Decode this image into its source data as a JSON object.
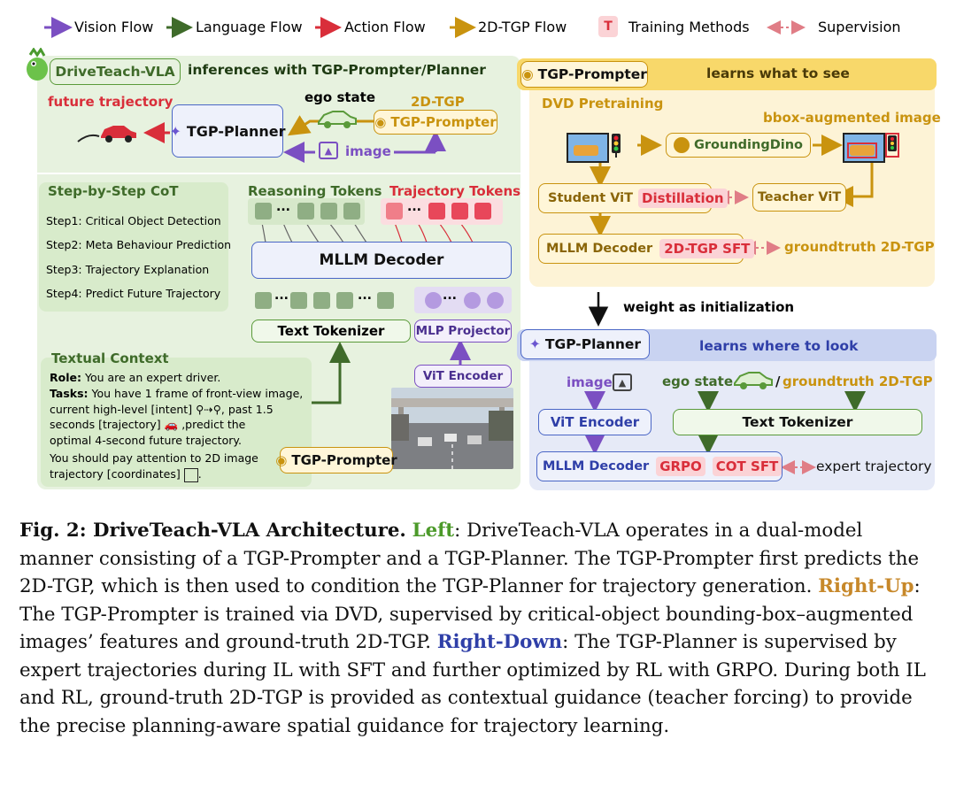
{
  "legend": {
    "vision": "Vision Flow",
    "language": "Language Flow",
    "action": "Action Flow",
    "tgp_flow": "2D-TGP Flow",
    "training_icon": "T",
    "training": "Training Methods",
    "supervision": "Supervision"
  },
  "left": {
    "header_name": "DriveTeach-VLA",
    "header_text": "inferences with TGP-Prompter/Planner",
    "future_trajectory": "future trajectory",
    "tgp_planner": "TGP-Planner",
    "ego_state": "ego state",
    "tgp_label": "2D-TGP",
    "tgp_prompter": "TGP-Prompter",
    "image": "image",
    "cot_title": "Step-by-Step CoT",
    "steps": [
      "Step1: Critical Object Detection",
      "Step2: Meta Behaviour Prediction",
      "Step3: Trajectory Explanation",
      "Step4: Predict Future Trajectory"
    ],
    "reasoning_tokens": "Reasoning Tokens",
    "trajectory_tokens": "Trajectory Tokens",
    "dots": "...",
    "mllm_decoder": "MLLM Decoder",
    "text_tokenizer": "Text Tokenizer",
    "mlp_projector": "MLP Projector",
    "vit_encoder": "ViT Encoder",
    "textual_context": "Textual Context",
    "role_label": "Role:",
    "role_text": "You are an expert driver.",
    "tasks_label": "Tasks:",
    "tasks_line1": "You have 1 frame of front-view image,",
    "tasks_line2": "current high-level [intent]",
    "tasks_line2b": ", past 1.5",
    "tasks_line3": "seconds [trajectory]",
    "tasks_line3b": ",predict the",
    "tasks_line4": "optimal 4-second future trajectory.",
    "tasks_line5": "You should pay attention to 2D image",
    "tasks_line6": "trajectory [coordinates]",
    "tasks_line6b": ".",
    "bottom_prompter": "TGP-Prompter"
  },
  "right_up": {
    "header_name": "TGP-Prompter",
    "header_text": "learns what to see",
    "dvd": "DVD Pretraining",
    "bbox_image": "bbox-augmented image",
    "grounding": "GroundingDino",
    "student_vit": "Student ViT",
    "distillation": "Distillation",
    "teacher_vit": "Teacher ViT",
    "mllm_decoder": "MLLM Decoder",
    "tgp_sft": "2D-TGP SFT",
    "gt_tgp": "groundtruth 2D-TGP"
  },
  "middle": {
    "weight_init": "weight as initialization"
  },
  "right_down": {
    "header_name": "TGP-Planner",
    "header_text": "learns where to look",
    "image": "image",
    "ego_state": "ego state",
    "slash": "/",
    "gt_tgp": "groundtruth 2D-TGP",
    "vit_encoder": "ViT Encoder",
    "text_tokenizer": "Text Tokenizer",
    "mllm_decoder": "MLLM Decoder",
    "grpo": "GRPO",
    "cot_sft": "COT SFT",
    "expert_traj": "expert trajectory"
  },
  "caption": {
    "fig_label": "Fig. 2: DriveTeach-VLA Architecture.",
    "left_label": "Left",
    "left_text": ": DriveTeach-VLA operates in a dual-model manner consisting of a TGP-Prompter and a TGP-Planner. The TGP-Prompter first predicts the 2D-TGP, which is then used to condition the TGP-Planner for trajectory generation.",
    "right_up_label": "Right-Up",
    "right_up_text": ": The TGP-Prompter is trained via DVD, supervised by critical-object bounding-box–augmented images’ features and ground-truth 2D-TGP.",
    "right_down_label": "Right-Down",
    "right_down_text": ": The TGP-Planner is supervised by expert trajectories during IL with SFT and further optimized by RL with GRPO. During both IL and RL, ground-truth 2D-TGP is provided as contextual guidance (teacher forcing) to provide the precise planning-aware spatial guidance for trajectory learning."
  },
  "colors": {
    "vision": "#7b4fc2",
    "language": "#3f6b2a",
    "action": "#d92e3a",
    "tgp": "#c9930f",
    "left_bg": "#e7f2df",
    "right_up_bg": "#fdf3d6",
    "right_down_bg": "#e6eaf7"
  }
}
